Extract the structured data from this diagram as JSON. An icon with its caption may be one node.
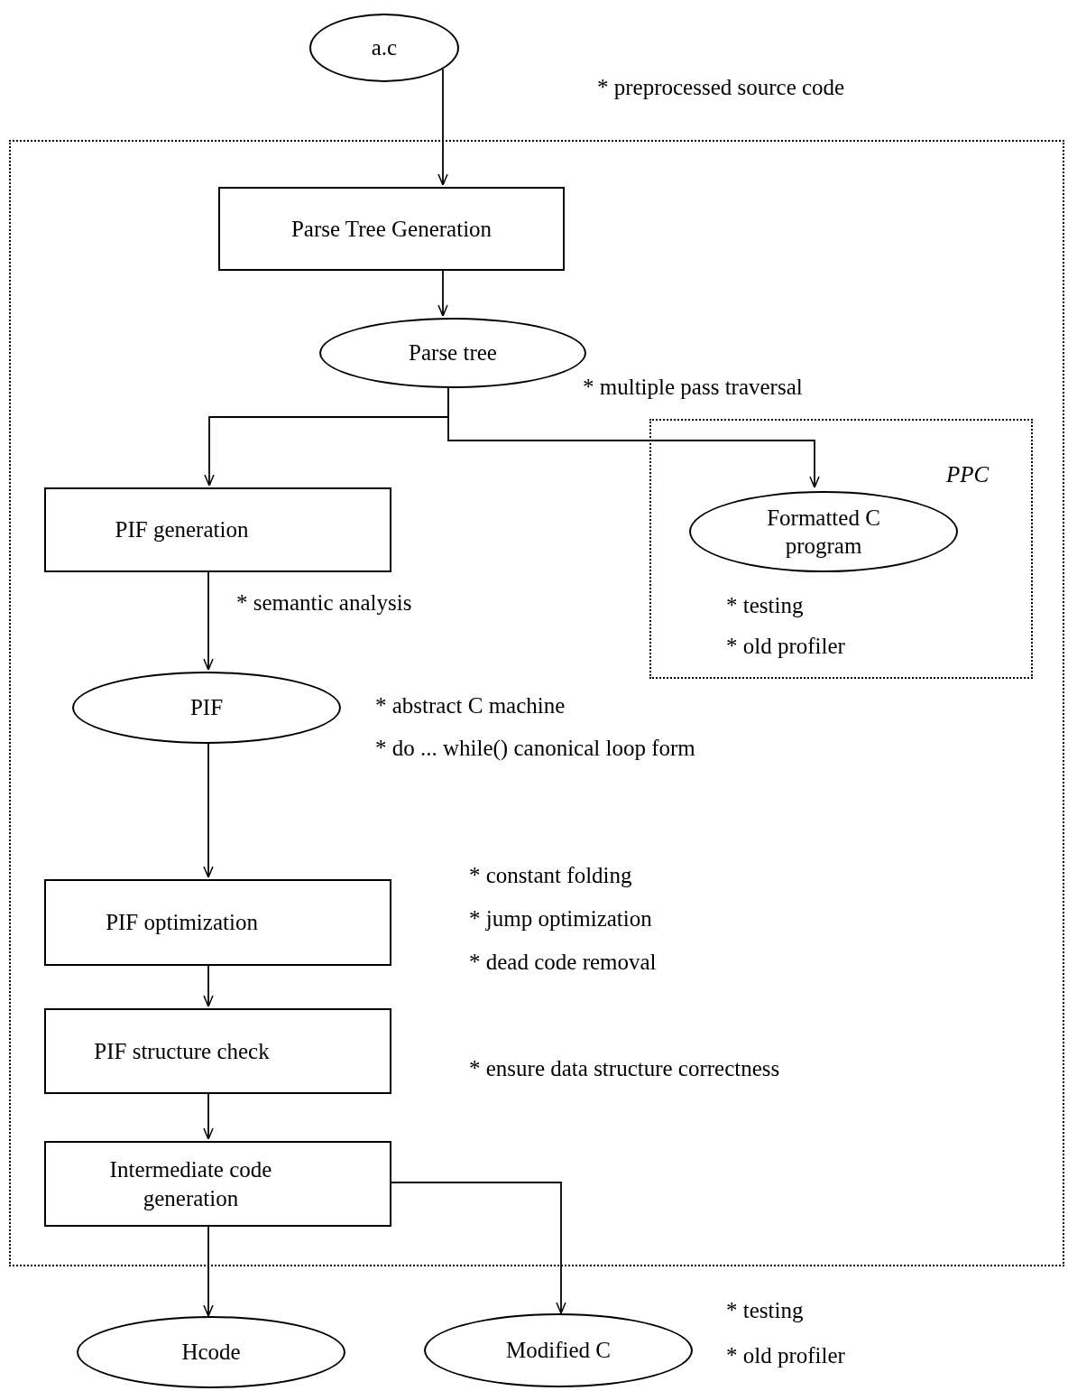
{
  "diagram": {
    "nodes": [
      {
        "text": [],
        "shape": "box"
      },
      {
        "text": [
          "a.c"
        ]
      },
      {
        "text": [
          "Parse Tree Generation"
        ],
        "in": 0
      },
      {
        "text": [
          "Parse tree"
        ],
        "in": 0,
        "beside": [
          "* multiple pass traversal"
        ]
      },
      {
        "text": [
          "PPC"
        ],
        "in": 0
      },
      {
        "text": [
          "Formatted C program"
        ],
        "in": 4,
        "beside": [
          "* testing",
          "* old profiler"
        ]
      },
      {
        "text": [
          "PIF generation"
        ],
        "in": 0,
        "beside": [
          "* semantic analysis"
        ]
      },
      {
        "text": [
          "PIF"
        ],
        "in": 0,
        "beside": [
          "* abstract C machine",
          "* do ... while() canonical loop form"
        ]
      },
      {
        "text": [
          "PIF optimization"
        ],
        "in": 0,
        "beside": [
          "* constant folding",
          "* jump optimization",
          "* dead code removal"
        ]
      },
      {
        "text": [
          "PIF structure check"
        ],
        "in": 0,
        "beside": [
          "* ensure data structure correctness"
        ]
      },
      {
        "text": [
          "Intermediate code generation"
        ],
        "in": 0
      },
      {
        "text": [
          "Hcode"
        ]
      },
      {
        "text": [
          "Modified C"
        ],
        "beside": [
          "* testing",
          "* old profiler"
        ]
      }
    ],
    "edges": [
      {
        "from": 1,
        "to": 2,
        "arrow": "to"
      },
      {
        "from": 2,
        "to": 3,
        "arrow": "to"
      },
      {
        "from": 3,
        "to": 6,
        "arrow": "to"
      },
      {
        "from": 3,
        "to": 5,
        "arrow": "to"
      },
      {
        "from": 6,
        "to": 7,
        "arrow": "to"
      },
      {
        "from": 7,
        "to": 8,
        "arrow": "to"
      },
      {
        "from": 8,
        "to": 9,
        "arrow": "to"
      },
      {
        "from": 9,
        "to": 10,
        "arrow": "to"
      },
      {
        "from": 10,
        "to": 11,
        "arrow": "to"
      },
      {
        "from": 10,
        "to": 12,
        "arrow": "to"
      }
    ],
    "labels": [
      "* preprocessed source code"
    ]
  }
}
